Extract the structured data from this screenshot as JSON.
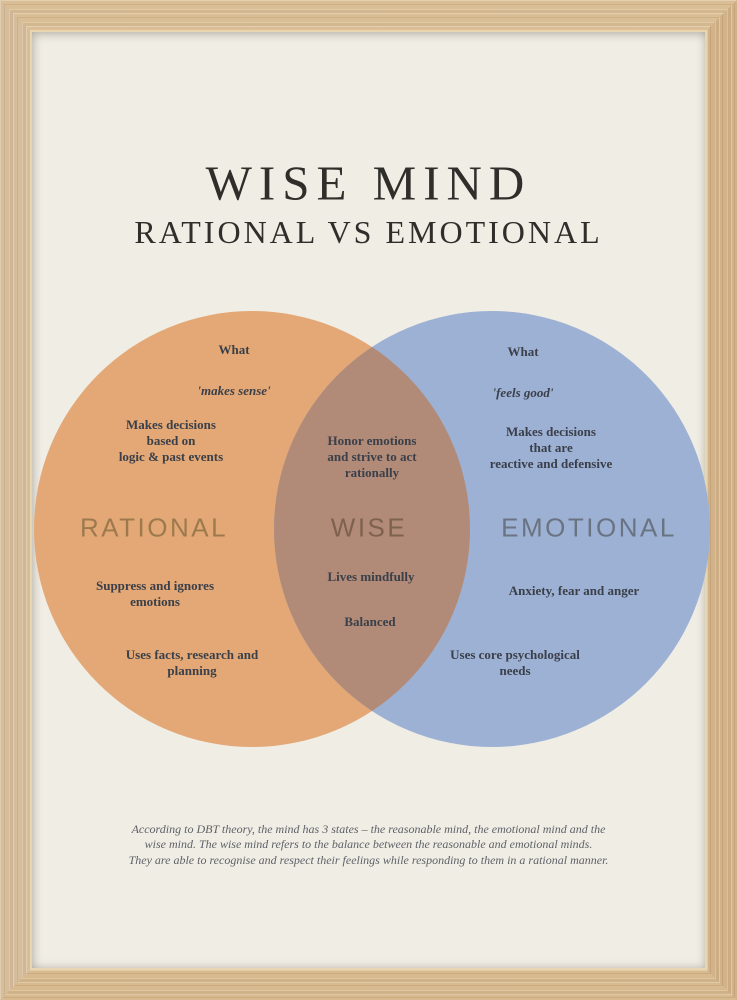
{
  "title": "WISE MIND",
  "subtitle": "RATIONAL VS EMOTIONAL",
  "venn": {
    "rational": {
      "heading": "What",
      "heading_quote": "'makes sense'",
      "point1": "Makes decisions\nbased on\nlogic & past events",
      "label": "RATIONAL",
      "point2": "Suppress and ignores\nemotions",
      "point3": "Uses facts, research and\nplanning"
    },
    "wise": {
      "point1": "Honor emotions\nand strive to act\nrationally",
      "label": "WISE",
      "point2": "Lives mindfully",
      "point3": "Balanced"
    },
    "emotional": {
      "heading": "What",
      "heading_quote": "'feels good'",
      "point1": "Makes decisions\nthat are\nreactive and defensive",
      "label": "EMOTIONAL",
      "point2": "Anxiety, fear and anger",
      "point3": "Uses core psychological\nneeds"
    }
  },
  "footer": {
    "text": "According to DBT theory, the mind has 3 states – the reasonable mind, the emotional mind and the\nwise mind. The wise mind refers to the balance between the reasonable and emotional minds.\nThey are able to recognise and respect their feelings while responding to them in a rational manner."
  },
  "colors": {
    "poster_bg": "#f0ede5",
    "frame_wood": "#d8bd95",
    "rational_circle": "#e3a875",
    "emotional_circle": "#9db1d4",
    "overlap": "#b18b78",
    "rational_label_text": "#9c7a4e",
    "wise_label_text": "#7f6150",
    "emotional_label_text": "#6a7381",
    "body_text": "#3a3f49",
    "title_text": "#2f2e2b",
    "footer_text": "#5d6167"
  }
}
